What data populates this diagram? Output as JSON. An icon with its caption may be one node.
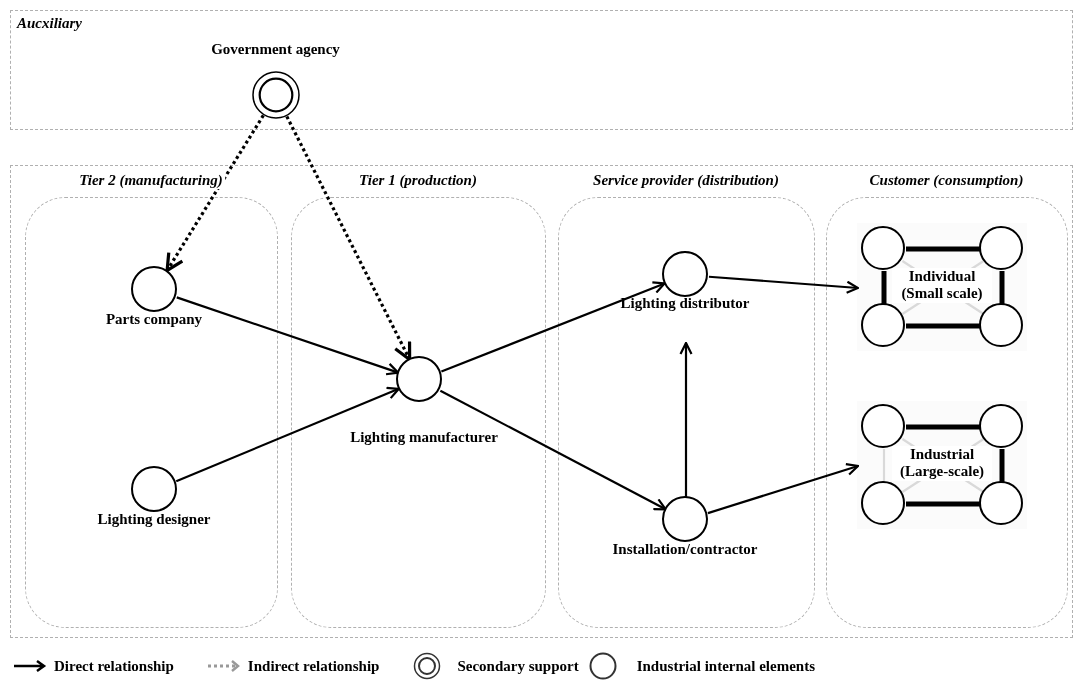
{
  "diagram": {
    "nodes": [
      {
        "text": [
          "Aucxiliary"
        ]
      },
      {
        "text": [
          "Government agency"
        ],
        "in": 0
      },
      {
        "text": [],
        "shape": "box"
      },
      {
        "text": [
          "Tier 2 (manufacturing)"
        ],
        "in": 2
      },
      {
        "text": [
          "Parts company"
        ],
        "in": 3
      },
      {
        "text": [
          "Lighting designer"
        ],
        "in": 3
      },
      {
        "text": [
          "Tier  1 (production)"
        ],
        "in": 2
      },
      {
        "text": [
          "Lighting manufacturer"
        ],
        "in": 6
      },
      {
        "text": [
          "Service provider (distribution)"
        ],
        "in": 2
      },
      {
        "text": [
          "Lighting distributor"
        ],
        "in": 8
      },
      {
        "text": [
          "Installation/contractor"
        ],
        "in": 8
      },
      {
        "text": [
          "Customer (consumption)"
        ],
        "in": 2
      },
      {
        "text": [
          "Individual (Small scale)"
        ],
        "in": 11
      },
      {
        "text": [],
        "shape": "circle",
        "in": 12
      },
      {
        "text": [],
        "shape": "circle",
        "in": 12
      },
      {
        "text": [],
        "shape": "circle",
        "in": 12
      },
      {
        "text": [],
        "shape": "circle",
        "in": 12
      },
      {
        "text": [
          "Industrial (Large-scale)"
        ],
        "in": 11
      },
      {
        "text": [],
        "shape": "circle",
        "in": 17
      },
      {
        "text": [],
        "shape": "circle",
        "in": 17
      },
      {
        "text": [],
        "shape": "circle",
        "in": 17
      },
      {
        "text": [],
        "shape": "circle",
        "in": 17
      }
    ],
    "edges": [
      {
        "from": 1,
        "to": 4,
        "arrow": "to",
        "style": "dashed"
      },
      {
        "from": 1,
        "to": 7,
        "arrow": "to",
        "style": "dashed"
      },
      {
        "from": 4,
        "to": 7,
        "arrow": "to"
      },
      {
        "from": 5,
        "to": 7,
        "arrow": "to"
      },
      {
        "from": 7,
        "to": 9,
        "arrow": "to"
      },
      {
        "from": 7,
        "to": 10,
        "arrow": "to"
      },
      {
        "from": 10,
        "to": 9,
        "arrow": "to"
      },
      {
        "from": 9,
        "to": 12,
        "arrow": "to"
      },
      {
        "from": 10,
        "to": 17,
        "arrow": "to"
      },
      {
        "from": 13,
        "to": 14,
        "arrow": "none",
        "style": "thick"
      },
      {
        "from": 15,
        "to": 16,
        "arrow": "none",
        "style": "thick"
      },
      {
        "from": 13,
        "to": 15,
        "arrow": "none",
        "style": "thick"
      },
      {
        "from": 14,
        "to": 16,
        "arrow": "none",
        "style": "thick"
      },
      {
        "from": 13,
        "to": 16,
        "arrow": "none",
        "color": "#d9d9d9"
      },
      {
        "from": 14,
        "to": 15,
        "arrow": "none",
        "color": "#d9d9d9"
      },
      {
        "from": 18,
        "to": 19,
        "arrow": "none",
        "style": "thick"
      },
      {
        "from": 20,
        "to": 21,
        "arrow": "none",
        "style": "thick"
      },
      {
        "from": 18,
        "to": 20,
        "arrow": "none",
        "color": "#d9d9d9"
      },
      {
        "from": 19,
        "to": 21,
        "arrow": "none",
        "style": "thick"
      },
      {
        "from": 18,
        "to": 21,
        "arrow": "none",
        "color": "#d9d9d9"
      },
      {
        "from": 19,
        "to": 20,
        "arrow": "none",
        "color": "#d9d9d9"
      }
    ],
    "legend": [
      {
        "text": "Direct relationship"
      },
      {
        "text": "Indirect relationship"
      },
      {
        "text": "Secondary support"
      },
      {
        "text": "Industrial internal elements"
      }
    ]
  }
}
